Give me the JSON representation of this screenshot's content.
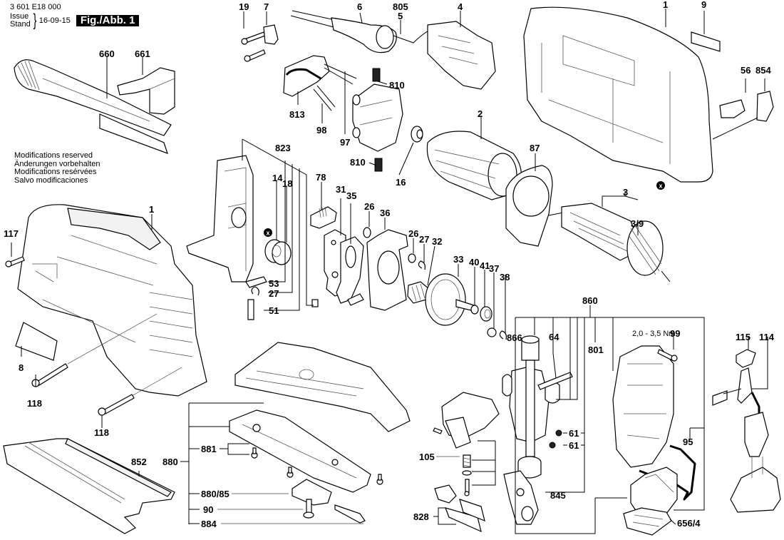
{
  "header": {
    "doc_number": "3 601 E18 000",
    "issue_label_en": "Issue",
    "issue_label_de": "Stand",
    "issue_date": "16-09-15",
    "figure_label": "Fig./Abb. 1"
  },
  "notice": {
    "lines": [
      "Modifications reserved",
      "Änderungen vorbehalten",
      "Modifications resérvées",
      "Salvo modificaciones"
    ]
  },
  "torque_spec": "2,0 - 3,5 Nm",
  "callouts": {
    "p19": "19",
    "p7": "7",
    "p6": "6",
    "p805": "805",
    "p5": "5",
    "p4": "4",
    "p1_top": "1",
    "p9": "9",
    "p56": "56",
    "p854": "854",
    "p660": "660",
    "p661": "661",
    "p810_top": "810",
    "p813": "813",
    "p98": "98",
    "p97": "97",
    "p810_bot": "810",
    "p16": "16",
    "p2": "2",
    "p87": "87",
    "p3": "3",
    "p3_9": "3/9",
    "p823": "823",
    "p14": "14",
    "p18": "18",
    "p78": "78",
    "p31": "31",
    "p35": "35",
    "p26a": "26",
    "p36": "36",
    "p26b": "26",
    "p27a": "27",
    "p32": "32",
    "p53": "53",
    "p27b": "27",
    "p51": "51",
    "p33": "33",
    "p40": "40",
    "p41": "41",
    "p37": "37",
    "p38": "38",
    "p1_left": "1",
    "p117": "117",
    "p8": "8",
    "p118a": "118",
    "p118b": "118",
    "p852": "852",
    "p880": "880",
    "p881": "881",
    "p880_85": "880/85",
    "p90": "90",
    "p884": "884",
    "p860": "860",
    "p866": "866",
    "p64": "64",
    "p801": "801",
    "p99": "99",
    "p61a": "61",
    "p61b": "61",
    "p105": "105",
    "p845": "845",
    "p828": "828",
    "p95": "95",
    "p656_4": "656/4",
    "p115": "115",
    "p114": "114"
  },
  "markers": {
    "x1": "x",
    "x2": "x"
  }
}
